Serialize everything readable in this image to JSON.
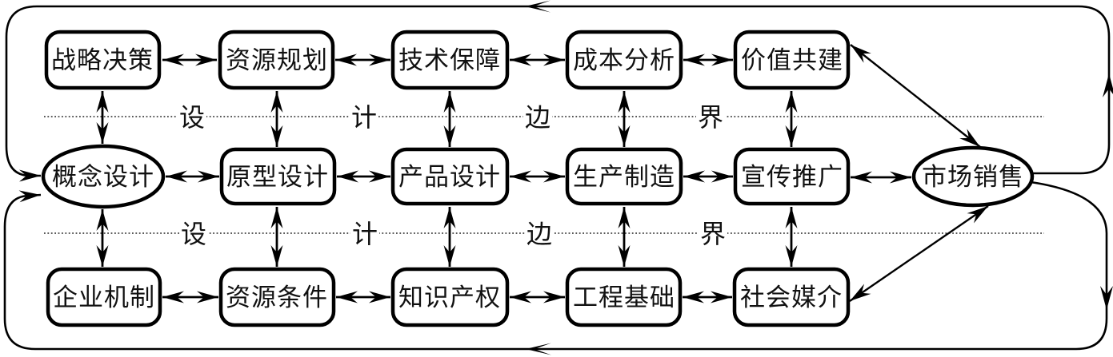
{
  "nodes": {
    "top": [
      "战略决策",
      "资源规划",
      "技术保障",
      "成本分析",
      "价值共建"
    ],
    "middle": [
      "概念设计",
      "原型设计",
      "产品设计",
      "生产制造",
      "宣传推广",
      "市场销售"
    ],
    "bottom": [
      "企业机制",
      "资源条件",
      "知识产权",
      "工程基础",
      "社会媒介"
    ]
  },
  "boundary": {
    "upper": [
      "设",
      "计",
      "边",
      "界"
    ],
    "lower": [
      "设",
      "计",
      "边",
      "界"
    ]
  },
  "colors": {
    "line": "#000000",
    "background": "#ffffff"
  }
}
